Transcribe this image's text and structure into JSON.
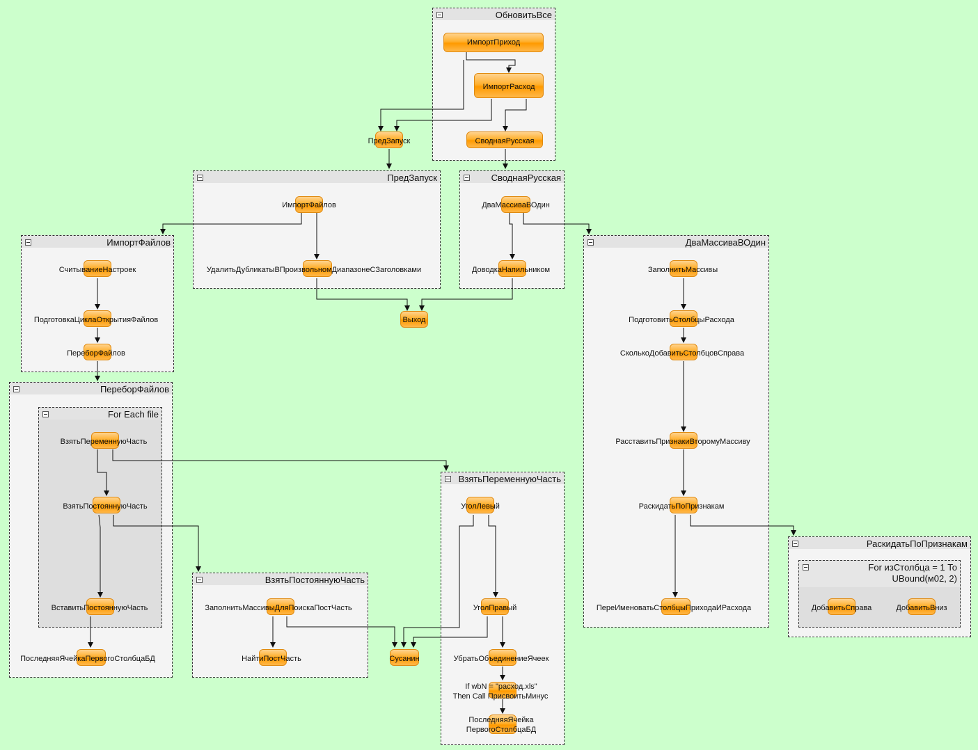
{
  "groups": {
    "obnovit_vse": "ОбновитьВсе",
    "pred_zapusk": "ПредЗапуск",
    "svodnaya_russkaya": "СводнаяРусская",
    "import_failov": "ИмпортФайлов",
    "dva_massiva": "ДваМассиваВОдин",
    "perebor_failov": "ПереборФайлов",
    "for_each_file": "For Each file",
    "vzyat_peremennuyu": "ВзятьПеременнуюЧасть",
    "vzyat_postoyannuyu": "ВзятьПостояннуюЧасть",
    "raskidat": "РаскидатьПоПризнакам",
    "for_iz_stolbca": "For изСтолбца = 1 To UBound(м02, 2)"
  },
  "nodes": {
    "import_prihod": "ИмпортПриход",
    "import_rashod": "ИмпортРасход",
    "svodnaya_russkaya": "СводнаяРусская",
    "pred_zapusk": "ПредЗапуск",
    "import_failov": "ИмпортФайлов",
    "udalit_dublikaty": "УдалитьДубликатыВПроизвольномДиапазонеСЗаголовками",
    "dva_massiva_v_odin": "ДваМассиваВОдин",
    "dovodka": "ДоводкаНапильником",
    "vyhod": "Выход",
    "schityvanie": "СчитываниеНастроек",
    "podgotovka_cikla": "ПодготовкаЦиклаОткрытияФайлов",
    "perebor_failov": "ПереборФайлов",
    "zapolnit_massivy": "ЗаполнитьМассивы",
    "podgotovit_stolbcy": "ПодготовитьСтолбцыРасхода",
    "skolko_dobavit": "СколькоДобавитьСтолбцовСправа",
    "rasstavit_priznaki": "РасставитьПризнакиВторомуМассиву",
    "raskidat_po_priznakam": "РаскидатьПоПризнакам",
    "pereimenovat": "ПереИменоватьСтолбцыПриходаИРасхода",
    "vzyat_peremennuyu": "ВзятьПеременнуюЧасть",
    "vzyat_postoyannuyu": "ВзятьПостояннуюЧасть",
    "vstavit_postoyannuyu": "ВставитьПостояннуюЧасть",
    "poslednyaya_yacheika": "ПоследняяЯчейкаПервогоСтолбцаБД",
    "zapolnit_dlya_poiska": "ЗаполнитьМассивыДляПоискаПостЧасть",
    "naiti_post": "НайтиПостЧасть",
    "susanin": "Сусанин",
    "ugol_levyi": "УголЛевый",
    "ugol_pravyi": "УголПравый",
    "ubrat_obedinenie": "УбратьОбъединениеЯчеек",
    "if_wbn_1": "If wbN = \"расход.xls\"",
    "if_wbn_2": "Then Call ПрисвоитьМинус",
    "poslednyaya_2_1": "ПоследняяЯчейка",
    "poslednyaya_2_2": "ПервогоСтолбцаБД",
    "dobavit_sprava": "ДобавитьСправа",
    "dobavit_vniz": "ДобавитьВниз"
  }
}
